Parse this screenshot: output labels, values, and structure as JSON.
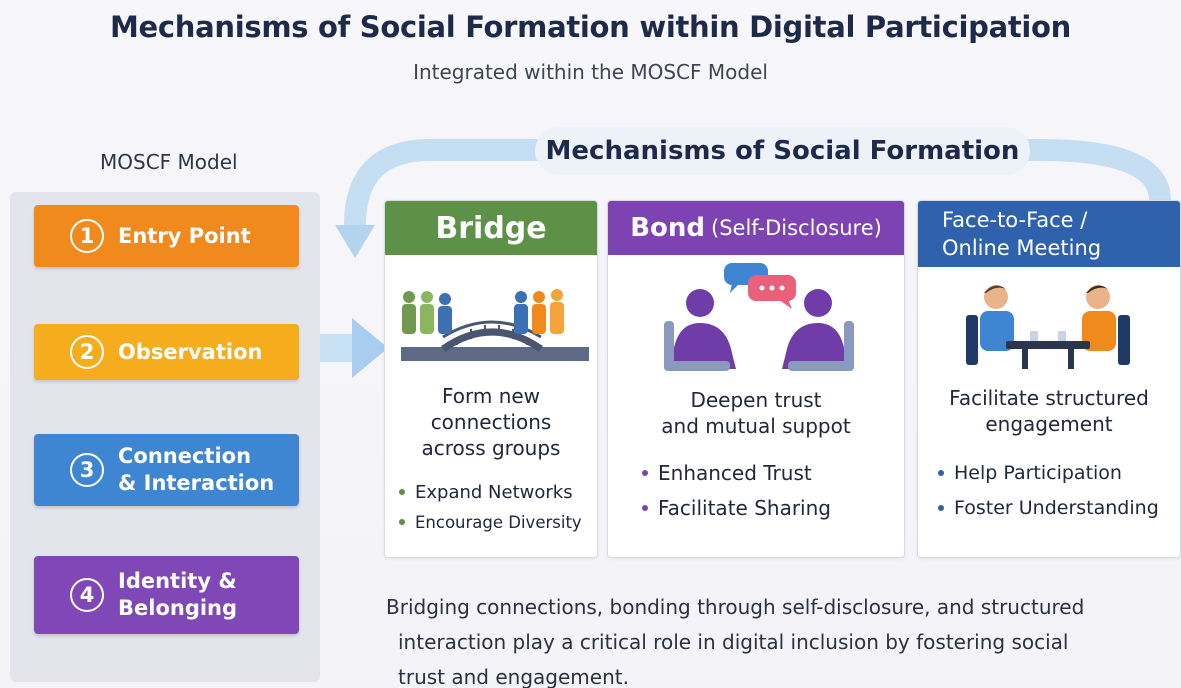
{
  "header": {
    "title": "Mechanisms of Social Formation within Digital Participation",
    "subtitle": "Integrated within the MOSCF Model"
  },
  "moscf": {
    "label": "MOSCF Model",
    "steps": [
      {
        "num": "1",
        "label_lines": [
          "Entry Point"
        ],
        "color": "#f08a1c"
      },
      {
        "num": "2",
        "label_lines": [
          "Observation"
        ],
        "color": "#f5ad1e"
      },
      {
        "num": "3",
        "label_lines": [
          "Connection",
          "& Interaction"
        ],
        "color": "#3f86d2"
      },
      {
        "num": "4",
        "label_lines": [
          "Identity &",
          "Belonging"
        ],
        "color": "#8047b6"
      }
    ]
  },
  "mechanisms": {
    "header": "Mechanisms of Social Formation",
    "cards": [
      {
        "title": "Bridge",
        "color": "#5d9148",
        "icon": "people-bridge-icon",
        "desc_lines": [
          "Form new",
          "connections",
          "across groups"
        ],
        "bullets": [
          "Expand Networks",
          "Encourage Diversity"
        ]
      },
      {
        "title_main": "Bond",
        "title_paren": "(Self-Disclosure)",
        "color": "#7d43b3",
        "icon": "two-people-chat-icon",
        "desc_lines": [
          "Deepen trust",
          "and mutual suppot"
        ],
        "bullets": [
          "Enhanced Trust",
          "Facilitate Sharing"
        ]
      },
      {
        "title_lines": [
          "Face-to-Face /",
          "Online Meeting"
        ],
        "color": "#2f62ad",
        "icon": "meeting-table-icon",
        "desc_lines": [
          "Facilitate structured",
          "engagement"
        ],
        "bullets": [
          "Help Participation",
          "Foster Understanding"
        ]
      }
    ]
  },
  "footer": {
    "lines": [
      "Bridging connections, bonding through self-disclosure, and structured",
      "interaction play a critical role in digital inclusion by fostering social",
      "trust and engagement."
    ]
  },
  "colors": {
    "arrow_light_blue": "#b9d7f0",
    "connector_gray": "#a9b1c2"
  }
}
